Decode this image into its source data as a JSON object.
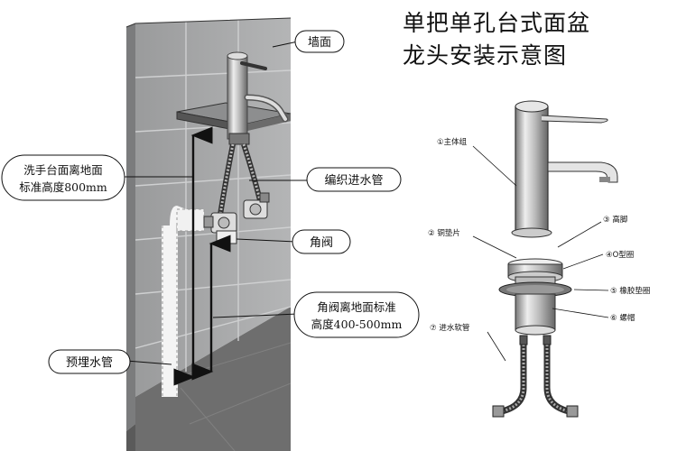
{
  "title": {
    "line1": "单把单孔台式面盆",
    "line2": "龙头安装示意图"
  },
  "callouts": {
    "wall": "墙面",
    "basin_height_line1": "洗手台面离地面",
    "basin_height_line2": "标准高度800mm",
    "braided_hose": "编织进水管",
    "angle_valve": "角阀",
    "valve_height_line1": "角阀离地面标准",
    "valve_height_line2": "高度400-500mm",
    "embedded_pipe": "预埋水管"
  },
  "parts": {
    "p1": "①主体组",
    "p2": "② 铜垫片",
    "p3": "③ 高脚",
    "p4": "④O型圈",
    "p5": "⑤ 橡胶垫圈",
    "p6": "⑥ 螺帽",
    "p7": "⑦ 进水软管"
  },
  "colors": {
    "wall_tile": "#a9aaab",
    "floor": "#6e6e6e",
    "line": "#222222"
  }
}
